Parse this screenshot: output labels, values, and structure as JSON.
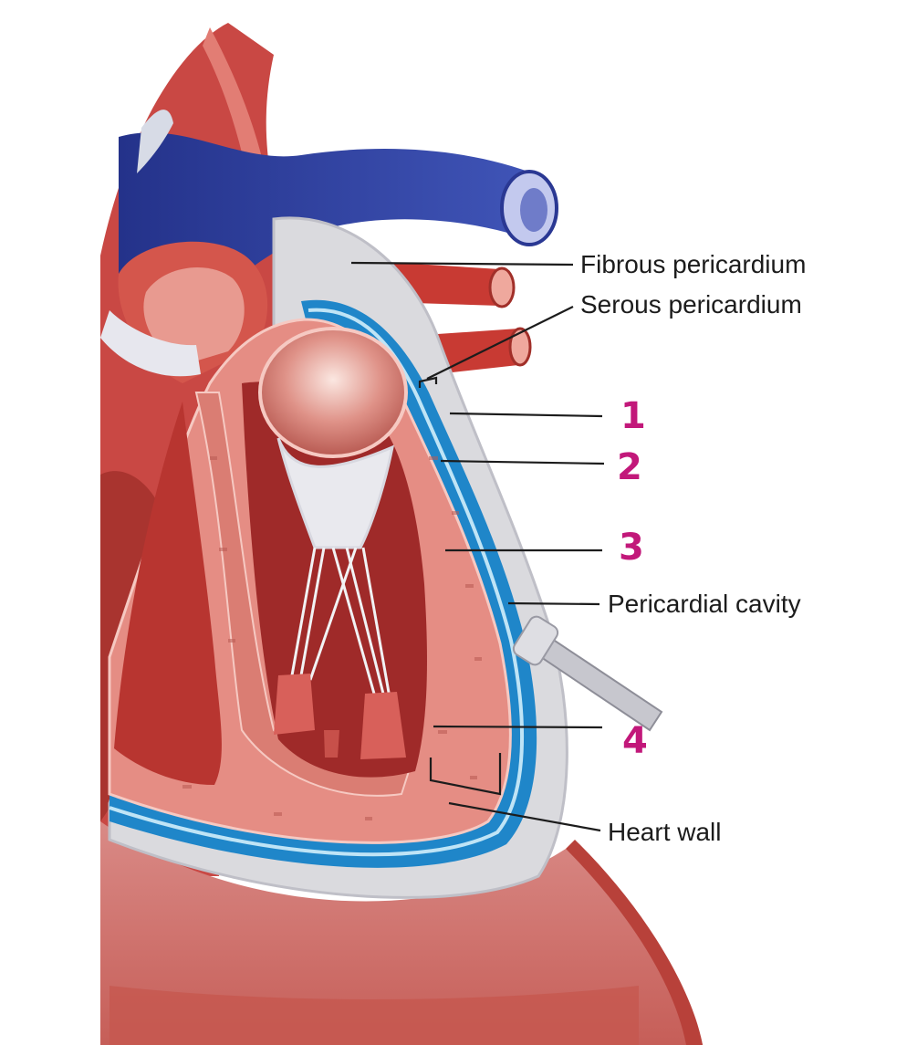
{
  "labels": {
    "fibrous_pericardium": "Fibrous pericardium",
    "serous_pericardium": "Serous pericardium",
    "pericardial_cavity": "Pericardial cavity",
    "heart_wall": "Heart wall"
  },
  "numbers": {
    "n1": "1",
    "n2": "2",
    "n3": "3",
    "n4": "4"
  },
  "colors": {
    "vein_blue": "#2f3f9a",
    "muscle": "#e58d84",
    "artery_red": "#c93d35",
    "pericardium_blue": "#1f86c9",
    "handwriting_magenta": "#c2187a"
  }
}
